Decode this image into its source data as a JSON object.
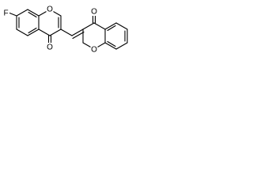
{
  "molecule": {
    "atoms": {
      "fluorine": "F",
      "ketone_oxygen_left": "O",
      "ring_oxygen_left": "O",
      "ketone_oxygen_right": "O",
      "ring_oxygen_right": "O"
    },
    "colors": {
      "bond": "#000000",
      "label": "#000000",
      "background": "#ffffff"
    }
  }
}
